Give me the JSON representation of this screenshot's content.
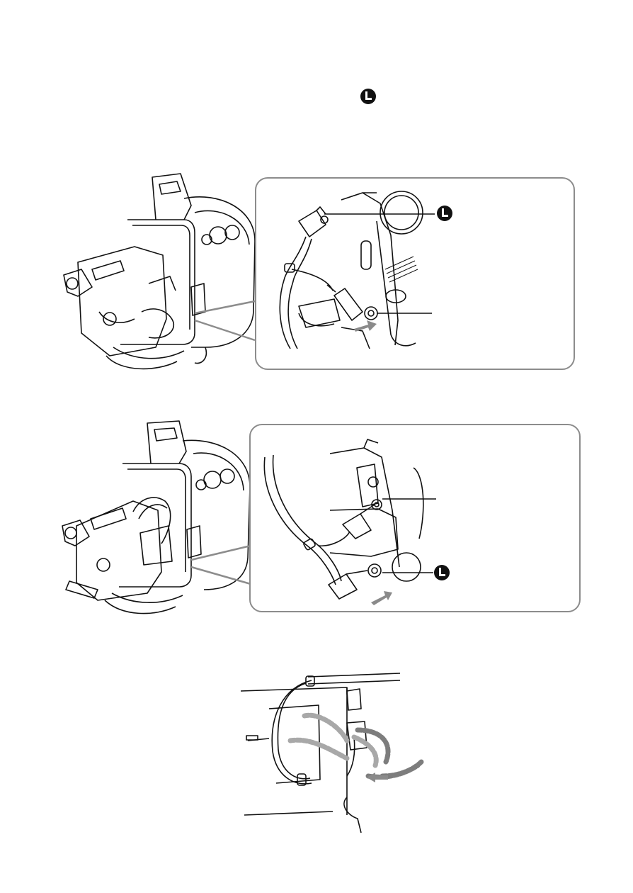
{
  "page": {
    "header_icon": "lanc-icon",
    "icons": {
      "lanc": "lanc-icon",
      "arrow": "insert-arrow-icon"
    }
  },
  "figures": [
    {
      "id": "figure-1",
      "content": "camcorder-in-housing-illustration",
      "callout_icons": [
        "lanc-icon"
      ]
    },
    {
      "id": "figure-2",
      "content": "camcorder-in-housing-illustration",
      "callout_icons": [
        "lanc-icon"
      ]
    },
    {
      "id": "figure-3",
      "content": "cable-routing-illustration",
      "callout_icons": []
    }
  ],
  "colors": {
    "line": "#111111",
    "callout_border": "#8c8c8c",
    "arrow_fill": "#8a8a8a"
  }
}
